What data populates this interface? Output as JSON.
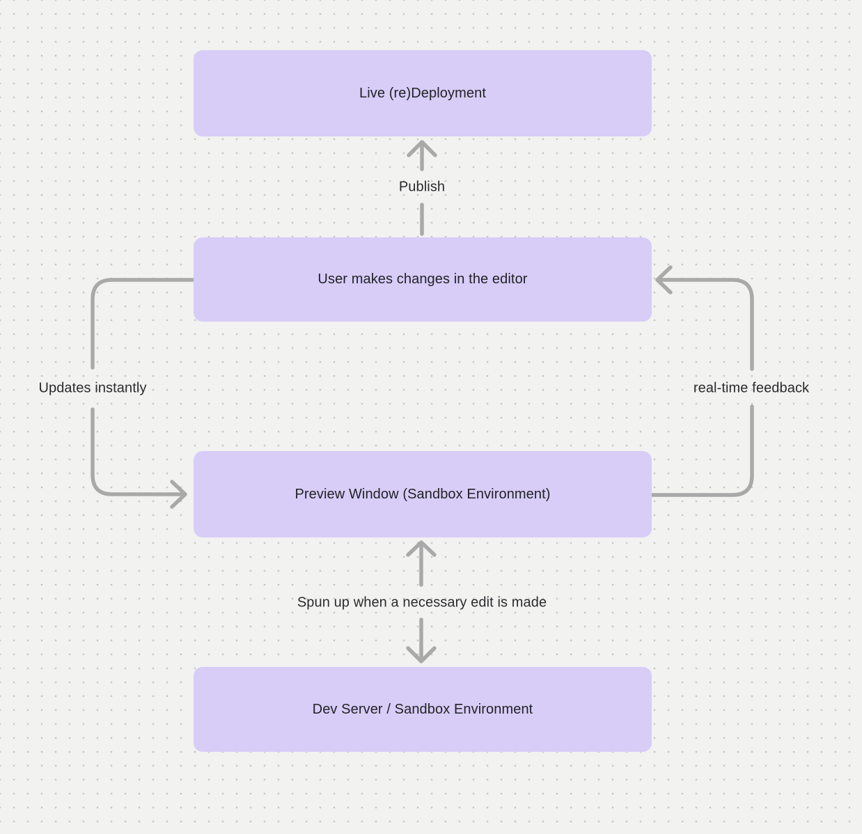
{
  "colors": {
    "background": "#f2f2f1",
    "dot": "#c6c6c4",
    "node_fill": "#d7cdf7",
    "node_text": "#222226",
    "label_text": "#2b2b2e",
    "arrow": "#a9a9a9"
  },
  "nodes": {
    "live_deployment": {
      "label": "Live (re)Deployment"
    },
    "user_changes": {
      "label": "User makes changes in the editor"
    },
    "preview_window": {
      "label": "Preview Window (Sandbox Environment)"
    },
    "dev_server": {
      "label": "Dev Server / Sandbox Environment"
    }
  },
  "edge_labels": {
    "publish": "Publish",
    "updates_instantly": "Updates instantly",
    "realtime_feedback": "real-time feedback",
    "spun_up": "Spun up when a necessary edit is made"
  }
}
